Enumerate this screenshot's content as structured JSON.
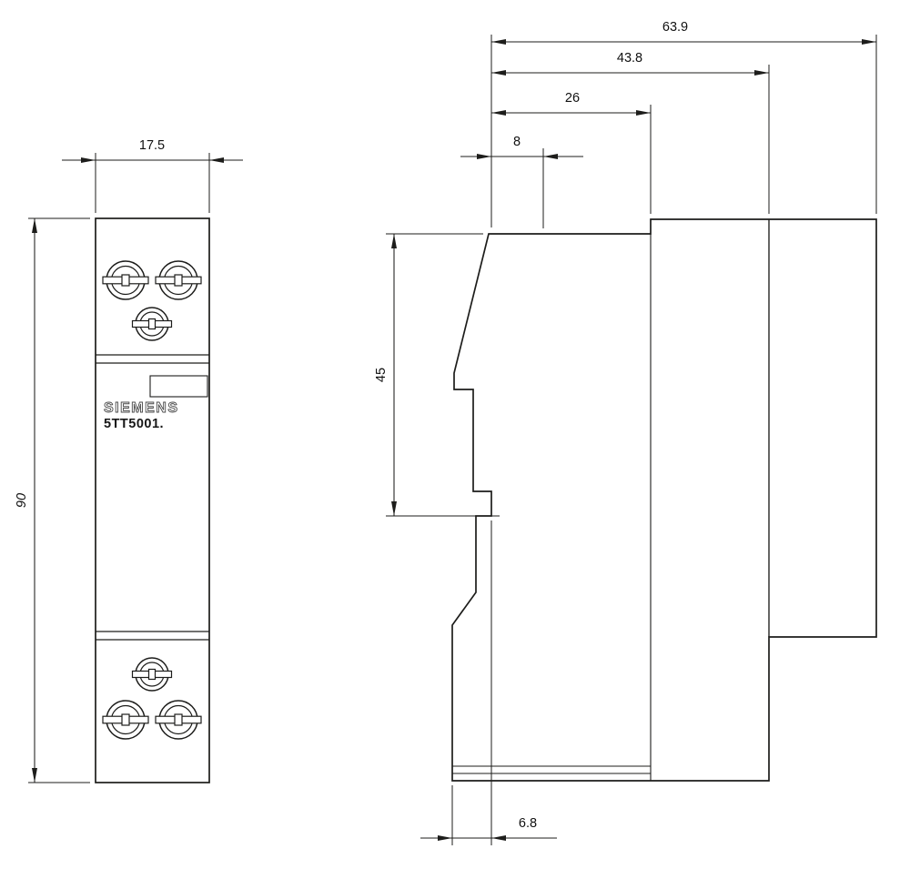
{
  "page": {
    "background": "#ffffff",
    "line_color": "#1d1d1b"
  },
  "front_view": {
    "brand": "SIEMENS",
    "model": "5TT5001.",
    "dimensions": {
      "width": "17.5",
      "height": "90"
    }
  },
  "side_view": {
    "dimensions": {
      "overall_depth": "63.9",
      "body_depth": "43.8",
      "upper_body_depth": "26",
      "top_step": "8",
      "front_height": "45",
      "bottom_lip": "6.8"
    }
  }
}
